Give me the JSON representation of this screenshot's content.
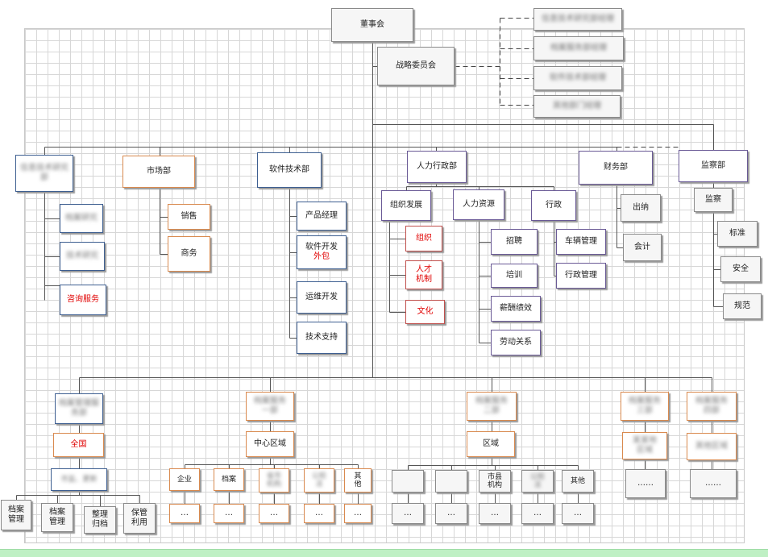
{
  "chart": {
    "board": "董事会",
    "strategy": "战略委员会",
    "advisors": [
      "信息技术研究部经理",
      "档案服务部经理",
      "软件技术部经理",
      "其他部门经理"
    ],
    "departments": {
      "research": {
        "label": "信息技术研究部",
        "children": [
          "档案研究",
          "技术研究",
          "咨询服务"
        ]
      },
      "market": {
        "label": "市场部",
        "children": [
          "销售",
          "商务"
        ]
      },
      "software": {
        "label": "软件技术部",
        "children": [
          "产品经理",
          "软件开发",
          "运维开发",
          "技术支持"
        ],
        "outsource": "外包"
      },
      "hr": {
        "label": "人力行政部",
        "org": {
          "label": "组织发展",
          "children": [
            "组织",
            "人才\n机制",
            "文化"
          ]
        },
        "res": {
          "label": "人力资源",
          "children": [
            "招聘",
            "培训",
            "薪酬绩效",
            "劳动关系"
          ]
        },
        "admin": {
          "label": "行政",
          "children": [
            "车辆管理",
            "行政管理"
          ]
        }
      },
      "finance": {
        "label": "财务部",
        "children": [
          "出纳",
          "会计"
        ]
      },
      "audit": {
        "label": "监察部",
        "sub": "监察",
        "children": [
          "标准",
          "安全",
          "规范"
        ]
      }
    },
    "lower": {
      "center": {
        "label": "档案管理服务部",
        "national": "全国",
        "market": "市监、更新",
        "children": [
          "档案\n管理",
          "档案\n管理",
          "整理\n归档",
          "保管\n利用"
        ]
      },
      "s1": {
        "label": "档案服务\n一部",
        "region": "中心区域",
        "children": [
          "企业",
          "档案",
          "省市\n机构",
          "公检\n法",
          "其\n他"
        ]
      },
      "s2": {
        "label": "档案服务\n二部",
        "region": "区域",
        "children": [
          "",
          "",
          "市县\n机构",
          "公检\n法",
          "其他"
        ]
      },
      "s3": {
        "label": "档案服务\n三部",
        "region": "某某地\n区域"
      },
      "s4": {
        "label": "档案服务\n四部",
        "region": "其他区域"
      },
      "dots": "…",
      "dots6": "……"
    }
  }
}
